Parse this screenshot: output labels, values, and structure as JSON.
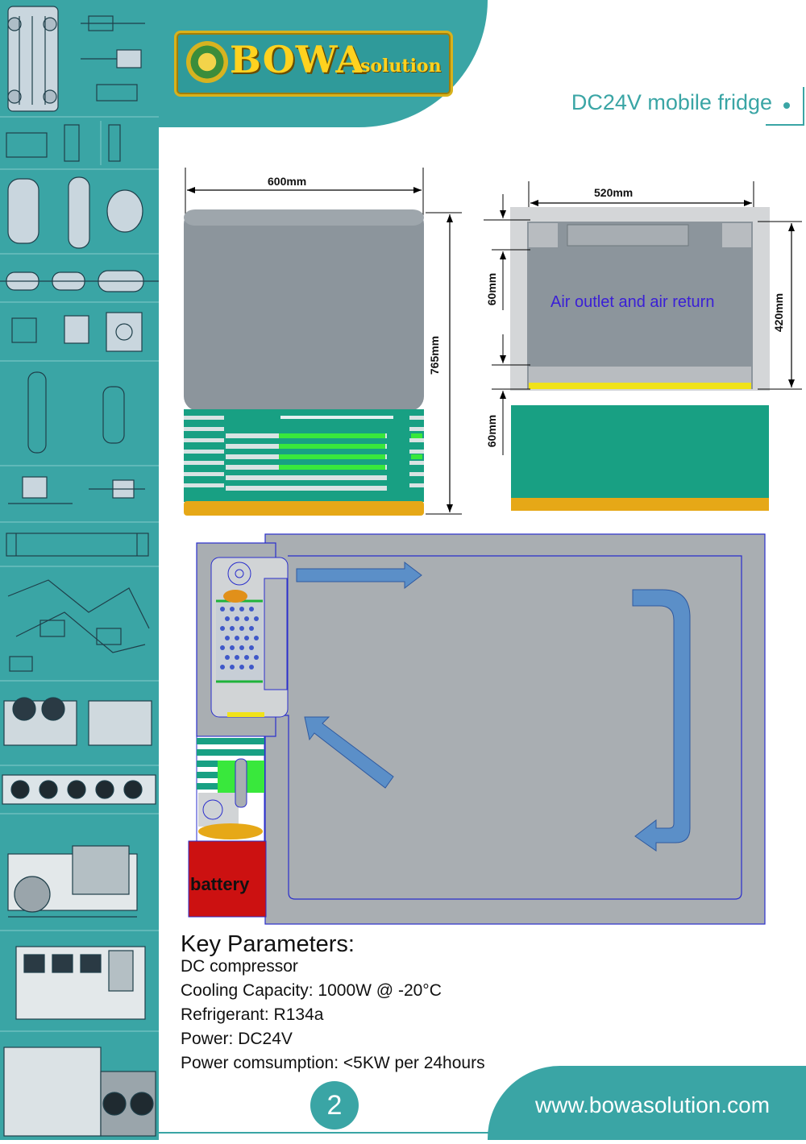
{
  "header": {
    "logo_main": "BOWA",
    "logo_sub": "solution",
    "title": "DC24V mobile fridge"
  },
  "diagram_front": {
    "width_label": "600mm",
    "height_label": "765mm"
  },
  "diagram_side": {
    "width_label": "520mm",
    "height_label": "420mm",
    "gap_top_label": "60mm",
    "gap_bottom_label": "60mm",
    "annotation": "Air outlet and air return"
  },
  "diagram_flow": {
    "battery_label": "battery"
  },
  "params": {
    "title": "Key Parameters:",
    "lines": [
      "DC compressor",
      "Cooling Capacity: 1000W @ -20°C",
      "Refrigerant: R134a",
      "Power: DC24V",
      "Power comsumption: <5KW per 24hours"
    ]
  },
  "footer": {
    "page_number": "2",
    "url": "www.bowasolution.com"
  },
  "colors": {
    "teal": "#3aa5a5",
    "gold": "#ffd21f",
    "cabinet_gray": "#8c959c",
    "green": "#18a083",
    "orange": "#e6a817",
    "arrow_blue": "#5b8fc8",
    "battery_red": "#cc1111",
    "annotation_purple": "#3a1fd6"
  }
}
